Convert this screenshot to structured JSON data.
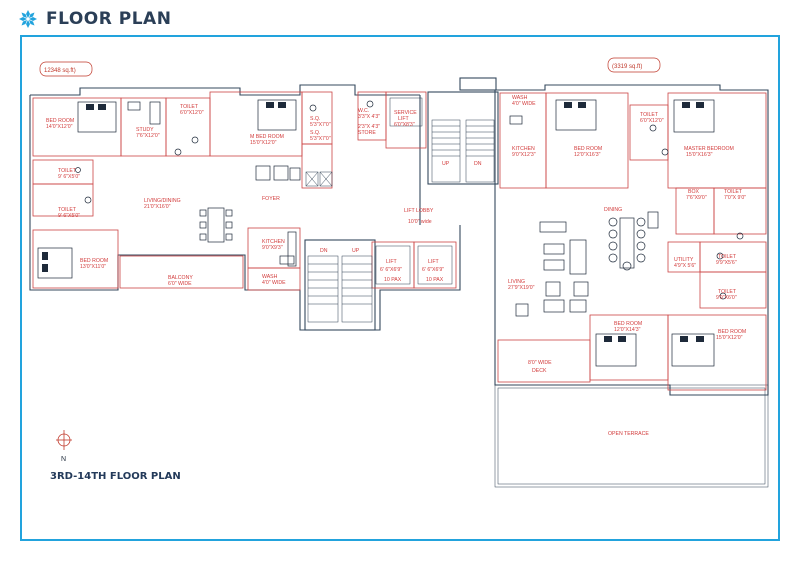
{
  "header": {
    "title": "FLOOR PLAN",
    "logo_icon": "snowflake-logo-icon",
    "accent_color": "#22a3dd",
    "title_color": "#2b3f57"
  },
  "plan_title": "3RD-14TH FLOOR PLAN",
  "compass_label": "N",
  "areas": {
    "left": "12348 sq.ft)",
    "right": "(3319 sq.ft)"
  },
  "rooms": {
    "bed_nw_name": "BED ROOM",
    "bed_nw_dim": "14'0\"X12'0\"",
    "study_name": "STUDY",
    "study_dim": "7'6\"X12'0\"",
    "toilet_top_name": "TOILET",
    "toilet_top_dim": "6'0\"X12'0\"",
    "mbed_left_name": "M BED ROOM",
    "mbed_left_dim": "15'0\"X12'0\"",
    "sq1_name": "S.Q.",
    "sq1_dim": "5'3\"X7'0\"",
    "sq2_name": "S.Q.",
    "sq2_dim": "5'3\"X7'0\"",
    "wc_name": "W.C.",
    "wc_dim": "3'3\"X 4'3\"",
    "store_dim": "2'3\"X 4'3\"",
    "store_name": "STORE",
    "service_lift_name": "SERVICE",
    "service_lift_name2": "LIFT",
    "service_lift_dim": "6'0\"X8'3\"",
    "wash_top_name": "WASH",
    "wash_top_dim": "4'0\" WIDE",
    "kitchen_right_name": "KITCHEN",
    "kitchen_right_dim": "9'0\"X12'3\"",
    "bed_top_right_name": "BED ROOM",
    "bed_top_right_dim": "12'0\"X16'3\"",
    "toilet_tr_name": "TOILET",
    "toilet_tr_dim": "6'0\"X12'0\"",
    "master_bed_name": "MASTER BEDROOM",
    "master_bed_dim": "15'0\"X16'3\"",
    "toilet_l1_name": "TOILET",
    "toilet_l1_dim": "9' 6\"X5'0\"",
    "toilet_l2_name": "TOILET",
    "toilet_l2_dim": "9' 6\"X5'0\"",
    "living_dining_name": "LIVING/DINING",
    "living_dining_dim": "21'0\"X16'0\"",
    "foyer_name": "FOYER",
    "lift_lobby_name": "LIFT LOBBY",
    "lift_lobby_dim": "10'0\" wide",
    "box_name": "BOX",
    "box_dim": "7'6\"X9'0\"",
    "toilet_box_name": "TOILET",
    "toilet_box_dim": "7'0\"X 9'0\"",
    "dining_name": "DINING",
    "kitchen_left_name": "KITCHEN",
    "kitchen_left_dim": "9'0\"X9'3\"",
    "bed_sw_name": "BED ROOM",
    "bed_sw_dim": "13'0\"X11'0\"",
    "balcony_name": "BALCONY",
    "balcony_dim": "6'0\" WIDE",
    "wash_left_name": "WASH",
    "wash_left_dim": "4'0\" WIDE",
    "lift1_name": "LIFT",
    "lift1_dim": "6' 6\"X6'9\"",
    "lift1_pax": "10 PAX",
    "lift2_name": "LIFT",
    "lift2_dim": "6' 6\"X6'9\"",
    "lift2_pax": "10 PAX",
    "utility_name": "UTILITY",
    "utility_dim": "4'9\"X 5'6\"",
    "toilet_r1_name": "TOILET",
    "toilet_r1_dim": "9'9\"X5'6\"",
    "toilet_r2_name": "TOILET",
    "toilet_r2_dim": "9'9\"X6'0\"",
    "living_right_name": "LIVING",
    "living_right_dim": "27'9\"X19'0\"",
    "bed_right_low_name": "BED ROOM",
    "bed_right_low_dim": "12'0\"X14'3\"",
    "bed_far_right_name": "BED ROOM",
    "bed_far_right_dim": "15'0\"X12'0\"",
    "deck_name": "8'0\" WIDE",
    "deck_name2": "DECK",
    "open_terrace_name": "OPEN TERRACE"
  },
  "stairs": {
    "up1": "UP",
    "dn1": "DN",
    "up2": "UP",
    "dn2": "DN"
  }
}
